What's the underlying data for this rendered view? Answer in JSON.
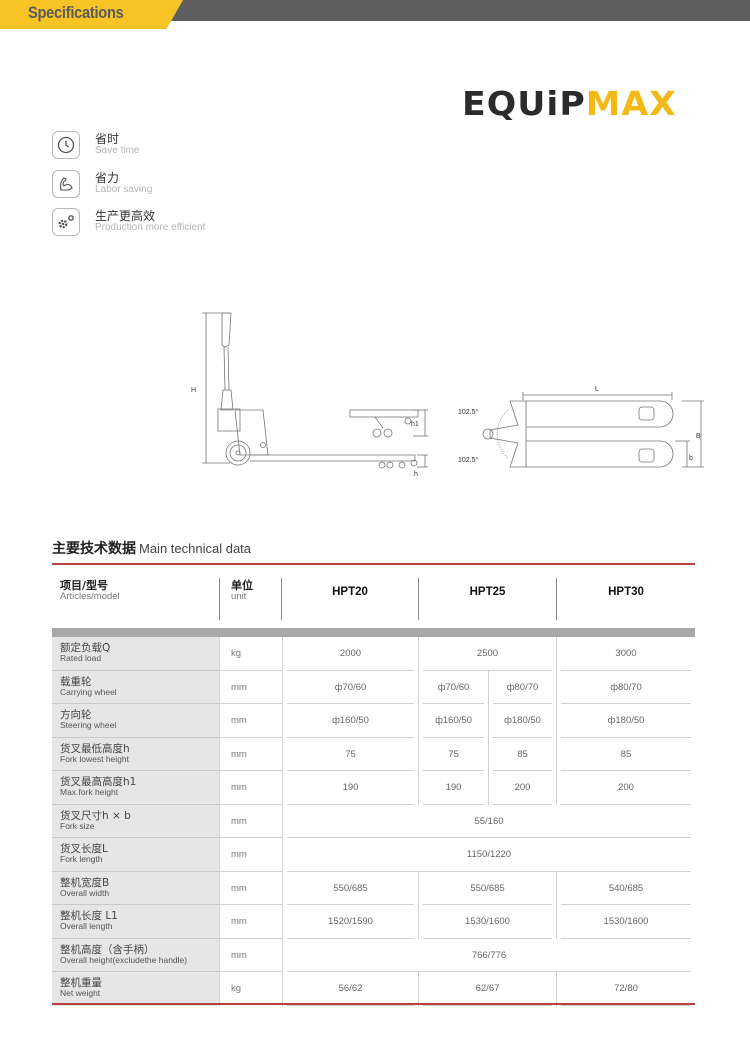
{
  "header": {
    "title": "Specifications",
    "accent_color": "#f7c325",
    "band_color": "#5f5f5f"
  },
  "logo": {
    "part1": "EQUiP",
    "part2": "MAX",
    "color1": "#2b2b2b",
    "color2": "#f5b915"
  },
  "features": [
    {
      "icon": "clock-icon",
      "cn": "省时",
      "en": "Save time"
    },
    {
      "icon": "flexed-arm-icon",
      "cn": "省力",
      "en": "Labor saving"
    },
    {
      "icon": "gears-icon",
      "cn": "生产更高效",
      "en": "Production more efficient"
    }
  ],
  "drawings": {
    "side_view": {
      "labels": {
        "H": "H",
        "h1": "h1",
        "h": "h"
      }
    },
    "top_view": {
      "labels": {
        "L": "L",
        "B": "B",
        "b": "b",
        "angle_top": "102.5°",
        "angle_bottom": "102.5°"
      }
    }
  },
  "section": {
    "title_cn": "主要技术数据",
    "title_en": "Main technical data",
    "line_color": "#b8413f"
  },
  "table": {
    "header": {
      "label_cn": "项目/型号",
      "label_en": "Articles/model",
      "unit_cn": "单位",
      "unit_en": "unit",
      "models": [
        "HPT20",
        "HPT25",
        "HPT30"
      ]
    },
    "rows": [
      {
        "cn": "额定负载Q",
        "en": "Rated load",
        "unit": "kg",
        "hpt20": "2000",
        "hpt25": "2500",
        "hpt30": "3000"
      },
      {
        "cn": "载重轮",
        "en": "Carrying wheel",
        "unit": "mm",
        "hpt20": "ф70/60",
        "hpt25a": "ф70/60",
        "hpt25b": "ф80/70",
        "hpt30": "ф80/70"
      },
      {
        "cn": "方向轮",
        "en": "Steering wheel",
        "unit": "mm",
        "hpt20": "ф160/50",
        "hpt25a": "ф160/50",
        "hpt25b": "ф180/50",
        "hpt30": "ф180/50"
      },
      {
        "cn": "货叉最低高度h",
        "en": "Fork lowest height",
        "unit": "mm",
        "hpt20": "75",
        "hpt25a": "75",
        "hpt25b": "85",
        "hpt30": "85"
      },
      {
        "cn": "货叉最高高度h1",
        "en": "Max.fork height",
        "unit": "mm",
        "hpt20": "190",
        "hpt25a": "190",
        "hpt25b": "200",
        "hpt30": "200"
      },
      {
        "cn": "货叉尺寸h × b",
        "en": "Fork size",
        "unit": "mm",
        "all": "55/160"
      },
      {
        "cn": "货叉长度L",
        "en": "Fork length",
        "unit": "mm",
        "all": "1150/1220"
      },
      {
        "cn": "整机宽度B",
        "en": "Overall width",
        "unit": "mm",
        "hpt20": "550/685",
        "hpt25": "550/685",
        "hpt30": "540/685"
      },
      {
        "cn": "整机长度 L1",
        "en": "Overall length",
        "unit": "mm",
        "hpt20": "1520/1590",
        "hpt25": "1530/1600",
        "hpt30": "1530/1600"
      },
      {
        "cn": "整机高度（含手柄）",
        "en": "Overall height(excludethe handle)",
        "unit": "mm",
        "all": "766/776"
      },
      {
        "cn": "整机重量",
        "en": "Net weight",
        "unit": "kg",
        "hpt20": "56/62",
        "hpt25": "62/67",
        "hpt30": "72/80"
      }
    ]
  }
}
